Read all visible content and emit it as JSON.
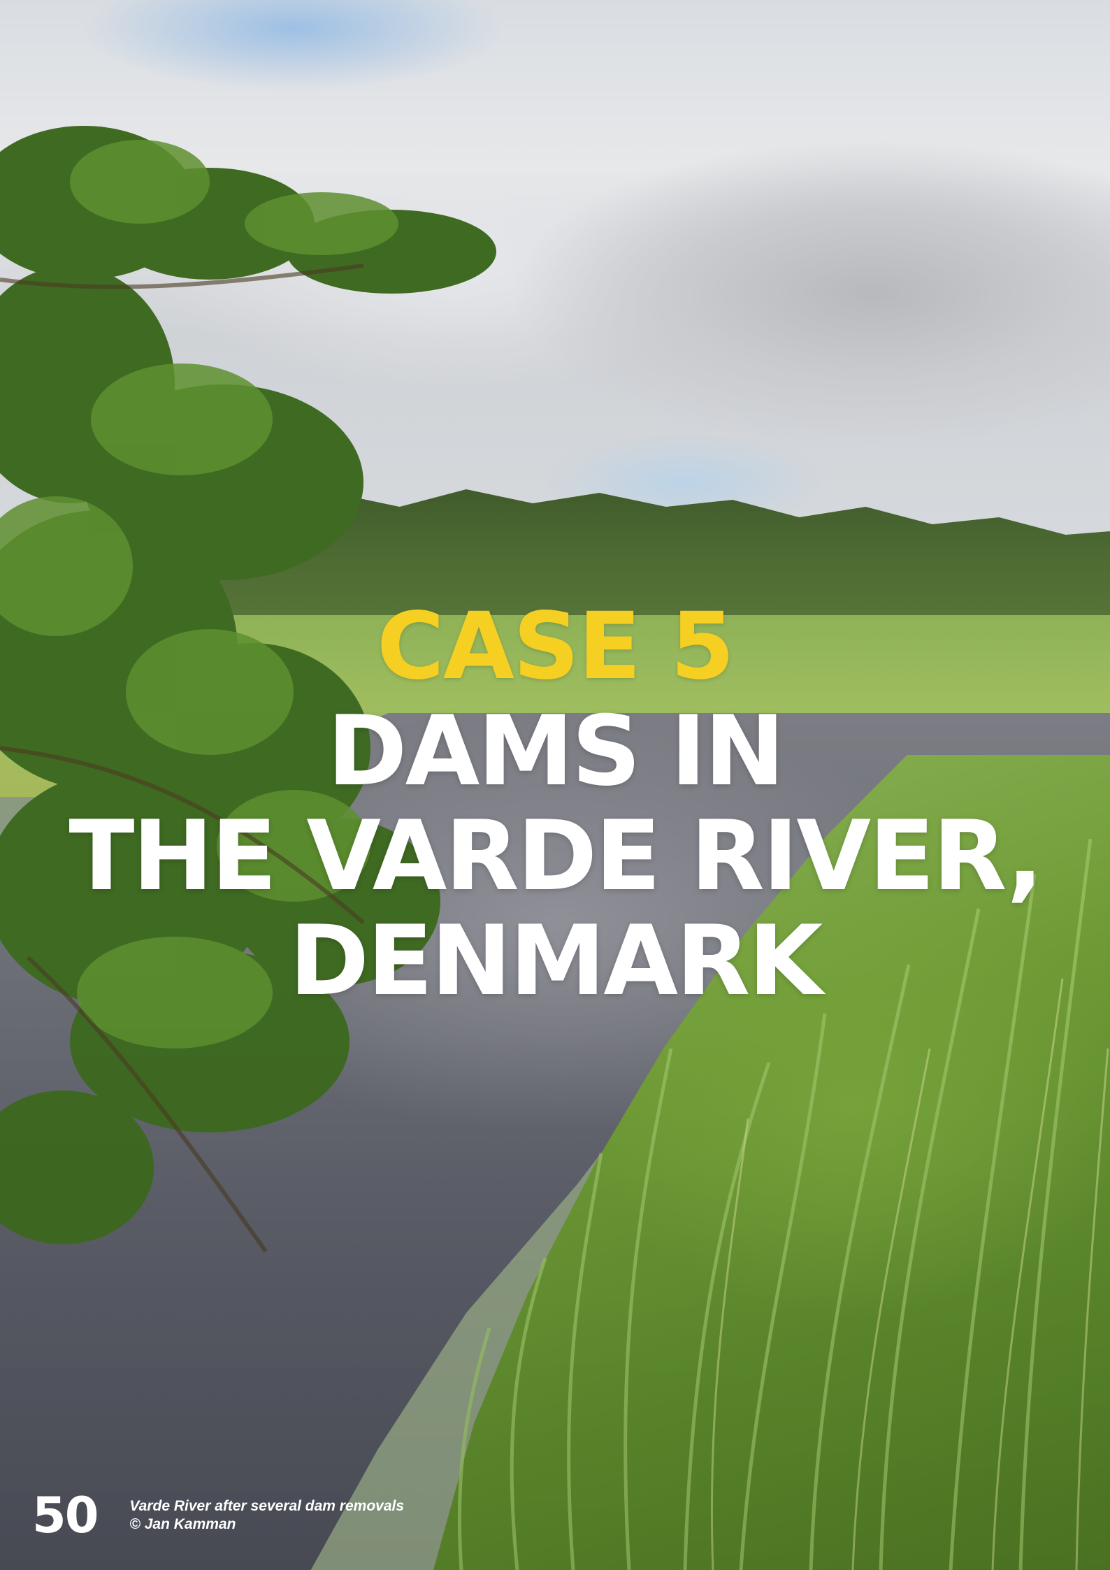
{
  "case_label": "CASE 5",
  "title_lines": [
    "DAMS IN",
    "THE VARDE RIVER,",
    "DENMARK"
  ],
  "page_number": "50",
  "caption": {
    "line1": "Varde River after several dam removals",
    "credit": "© Jan Kamman"
  },
  "colors": {
    "accent": "#f6cf23",
    "title": "#ffffff"
  }
}
